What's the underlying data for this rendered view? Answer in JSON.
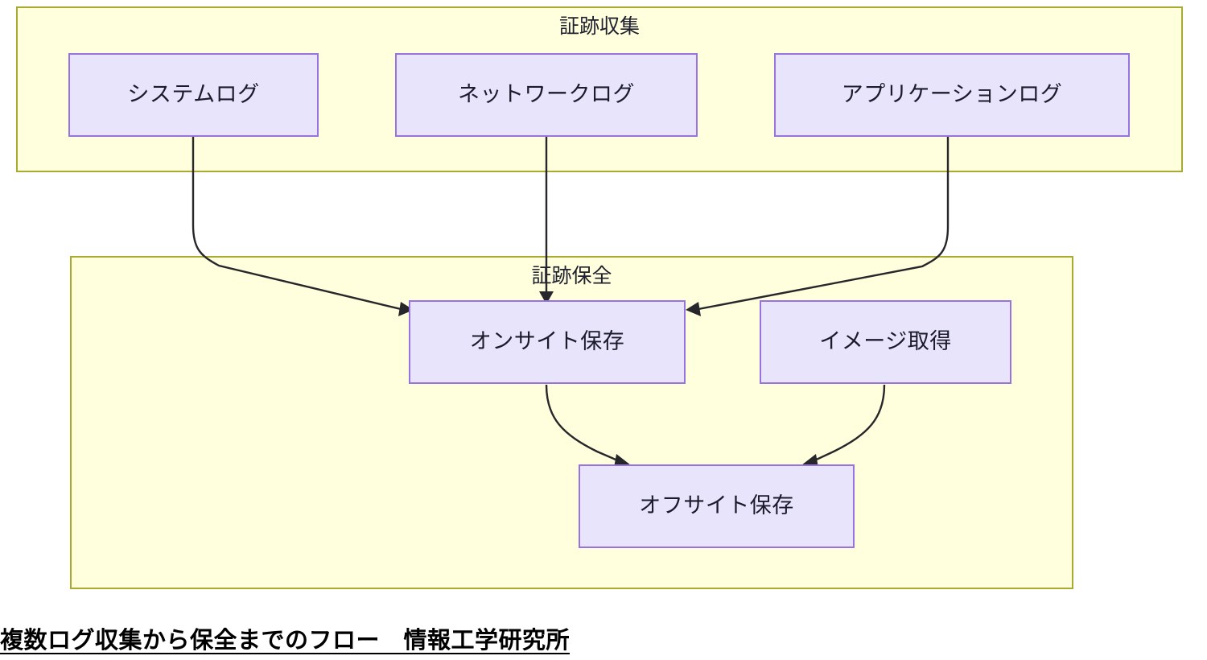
{
  "diagram": {
    "clusters": [
      {
        "id": "collection",
        "title": "証跡収集"
      },
      {
        "id": "preservation",
        "title": "証跡保全"
      }
    ],
    "nodes": [
      {
        "id": "syslog",
        "label": "システムログ"
      },
      {
        "id": "netlog",
        "label": "ネットワークログ"
      },
      {
        "id": "applog",
        "label": "アプリケーションログ"
      },
      {
        "id": "onsite",
        "label": "オンサイト保存"
      },
      {
        "id": "image",
        "label": "イメージ取得"
      },
      {
        "id": "offsite",
        "label": "オフサイト保存"
      }
    ],
    "edges": [
      {
        "from": "syslog",
        "to": "onsite",
        "label": ""
      },
      {
        "from": "netlog",
        "to": "onsite",
        "label": ""
      },
      {
        "from": "applog",
        "to": "onsite",
        "label": ""
      },
      {
        "from": "onsite",
        "to": "offsite",
        "label": ""
      },
      {
        "from": "image",
        "to": "offsite",
        "label": ""
      }
    ],
    "caption": "複数ログ収集から保全までのフロー　情報工学研究所",
    "colors": {
      "cluster_fill": "#ffffde",
      "cluster_stroke": "#aaaa33",
      "node_fill": "#e7e4fb",
      "node_stroke": "#9873e0",
      "edge_stroke": "#26262b",
      "text": "#1b1b2c",
      "caption_text": "#000000",
      "background": "#ffffff"
    }
  }
}
